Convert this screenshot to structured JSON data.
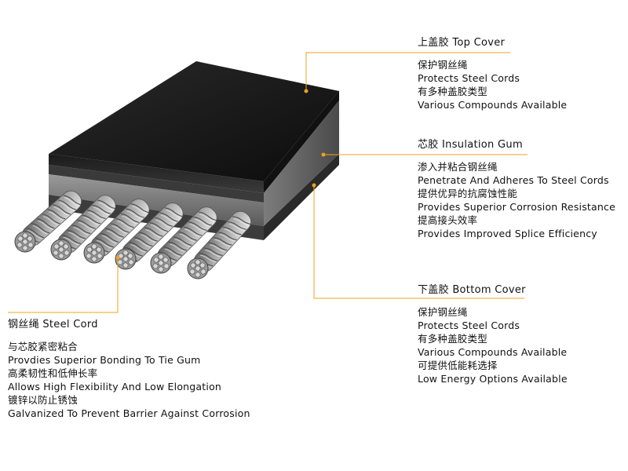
{
  "top_cover": {
    "heading": "上盖胶 Top Cover",
    "lines": [
      "保护钢丝绳",
      "Protects Steel Cords",
      "有多种盖胶类型",
      "Various Compounds Available"
    ]
  },
  "insulation_gum": {
    "heading": "芯胶 Insulation Gum",
    "lines": [
      "渗入并粘合钢丝绳",
      "Penetrate And Adheres  To Steel Cords",
      "提供优异的抗腐蚀性能",
      "Provides Superior Corrosion Resistance",
      "提高接头效率",
      "Provides Improved Splice Efficiency"
    ]
  },
  "bottom_cover": {
    "heading": "下盖胶 Bottom Cover",
    "lines": [
      "保护钢丝绳",
      "Protects Steel Cords",
      "有多种盖胶类型",
      "Various Compounds Available",
      "可提供低能耗选择",
      "Low Energy Options Available"
    ]
  },
  "steel_cord": {
    "heading": "钢丝绳 Steel Cord",
    "lines": [
      "与芯胶紧密粘合",
      "Provdies Superior Bonding To Tie Gum",
      "高柔韧性和低伸长率",
      "Allows High Flexibility And Low Elongation",
      "镀锌以防止锈蚀",
      "Galvanized To Prevent  Barrier Against  Corrosion"
    ]
  },
  "colors": {
    "leader": "#f0a020",
    "top_cover": "#1a1a1a",
    "insulation": "#6e6e6e",
    "cord": "#b4b4b4"
  }
}
